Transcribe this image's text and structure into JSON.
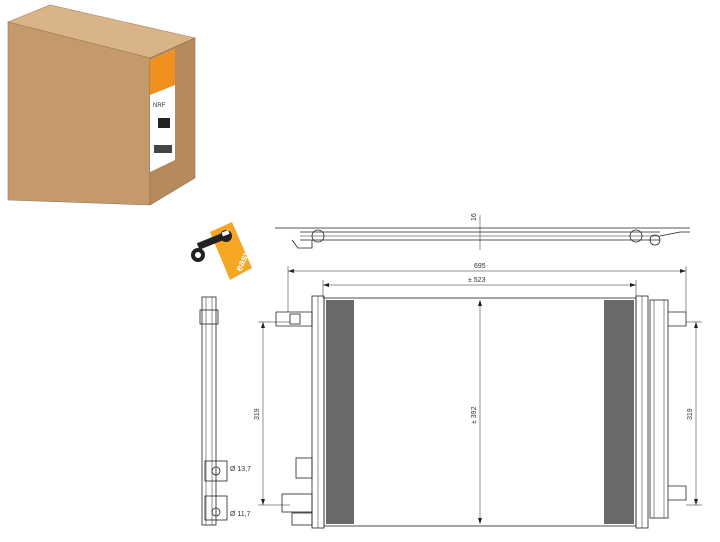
{
  "brand": {
    "box_logo_text": "NRF",
    "easyfit_label": "easyfit",
    "accent_color": "#f5a623",
    "box_color": "#c9a074"
  },
  "dimensions": {
    "thickness": "16",
    "overall_width": "695",
    "core_width": "± 523",
    "core_height": "± 392",
    "left_height": "319",
    "right_height": "319",
    "port_upper": "Ø 13,7",
    "port_lower": "Ø 11,7"
  },
  "icons": [
    "package-box-icon",
    "easyfit-wrench-icon"
  ]
}
